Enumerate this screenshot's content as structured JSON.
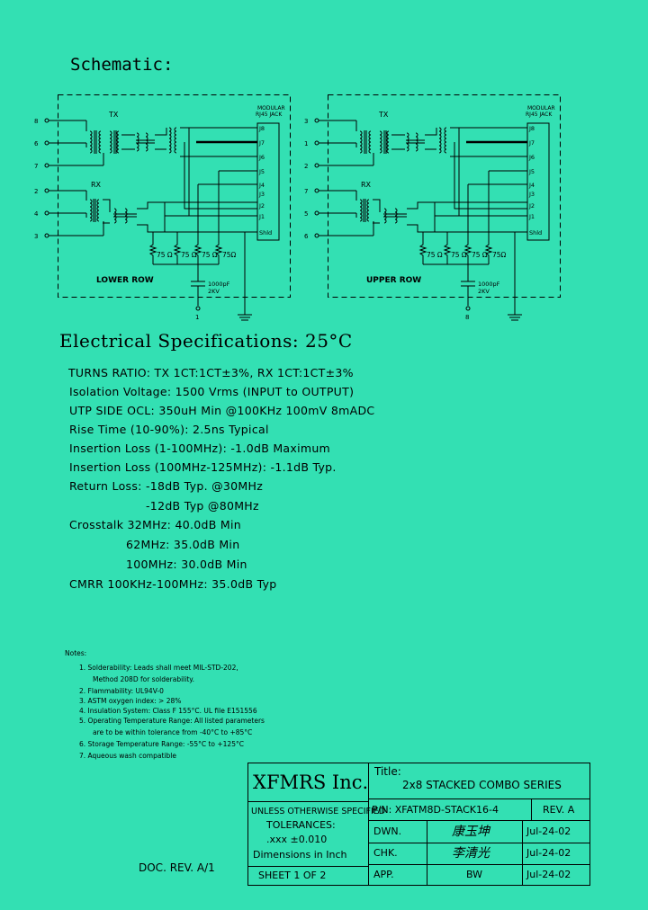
{
  "schematic_title": "Schematic:",
  "lower": {
    "pins": [
      "8",
      "6",
      "7",
      "2",
      "4",
      "3"
    ],
    "tx": "TX",
    "rx": "RX",
    "jack_label_1": "MODULAR",
    "jack_label_2": "RJ45 JACK",
    "jack_pins": [
      "J8",
      "J7",
      "J6",
      "J5",
      "J4",
      "J3",
      "J2",
      "J1",
      "Shld"
    ],
    "resistors": [
      "75 Ω",
      "75 Ω",
      "75 Ω",
      "75Ω"
    ],
    "cap_1": "1000pF",
    "cap_2": "2KV",
    "row": "LOWER ROW",
    "bottom_pin": "1"
  },
  "upper": {
    "pins": [
      "3",
      "1",
      "2",
      "7",
      "5",
      "6"
    ],
    "tx": "TX",
    "rx": "RX",
    "jack_label_1": "MODULAR",
    "jack_label_2": "RJ45 JACK",
    "jack_pins": [
      "J8",
      "J7",
      "J6",
      "J5",
      "J4",
      "J3",
      "J2",
      "J1",
      "Shld"
    ],
    "resistors": [
      "75 Ω",
      "75 Ω",
      "75 Ω",
      "75Ω"
    ],
    "cap_1": "1000pF",
    "cap_2": "2KV",
    "row": "UPPER ROW",
    "bottom_pin": "8"
  },
  "elec_title": "Electrical Specifications: 25°C",
  "specs": [
    "TURNS RATIO: TX 1CT:1CT±3%, RX 1CT:1CT±3%",
    "Isolation Voltage:  1500 Vrms (INPUT to OUTPUT)",
    "UTP SIDE OCL: 350uH Min @100KHz 100mV 8mADC",
    "Rise Time (10-90%): 2.5ns Typical",
    "Insertion Loss (1-100MHz): -1.0dB Maximum",
    "Insertion Loss (100MHz-125MHz): -1.1dB Typ.",
    "Return Loss: -18dB Typ. @30MHz",
    "-12dB Typ @80MHz",
    "Crosstalk 32MHz: 40.0dB Min",
    "62MHz: 35.0dB Min",
    "100MHz: 30.0dB Min",
    "CMRR 100KHz-100MHz: 35.0dB Typ"
  ],
  "notes_title": "Notes:",
  "notes": [
    "1. Solderability: Leads shall meet MIL-STD-202,",
    "Method 208D for solderability.",
    "2. Flammability: UL94V-0",
    "3. ASTM oxygen index: > 28%",
    "4. Insulation System: Class F 155°C. UL file E151556",
    "5. Operating Temperature Range: All listed parameters",
    "are to be within tolerance from -40°C to +85°C",
    "6. Storage Temperature Range: -55°C to +125°C",
    "7. Aqueous wash compatible"
  ],
  "doc_rev": "DOC. REV. A/1",
  "title_block": {
    "company": "XFMRS Inc.",
    "title_label": "Title:",
    "title": "2x8 STACKED COMBO SERIES",
    "unless": "UNLESS OTHERWISE SPECIFIED",
    "tolerances": "TOLERANCES:",
    "tol_value": ".xxx ±0.010",
    "dimensions": "Dimensions in Inch",
    "sheet": "SHEET  1  OF  2",
    "pn": "P/N:  XFATM8D-STACK16-4",
    "rev": "REV. A",
    "dwn_label": "DWN.",
    "dwn_sig": "康玉坤",
    "dwn_date": "Jul-24-02",
    "chk_label": "CHK.",
    "chk_sig": "李清光",
    "chk_date": "Jul-24-02",
    "app_label": "APP.",
    "app_sig": "BW",
    "app_date": "Jul-24-02"
  }
}
